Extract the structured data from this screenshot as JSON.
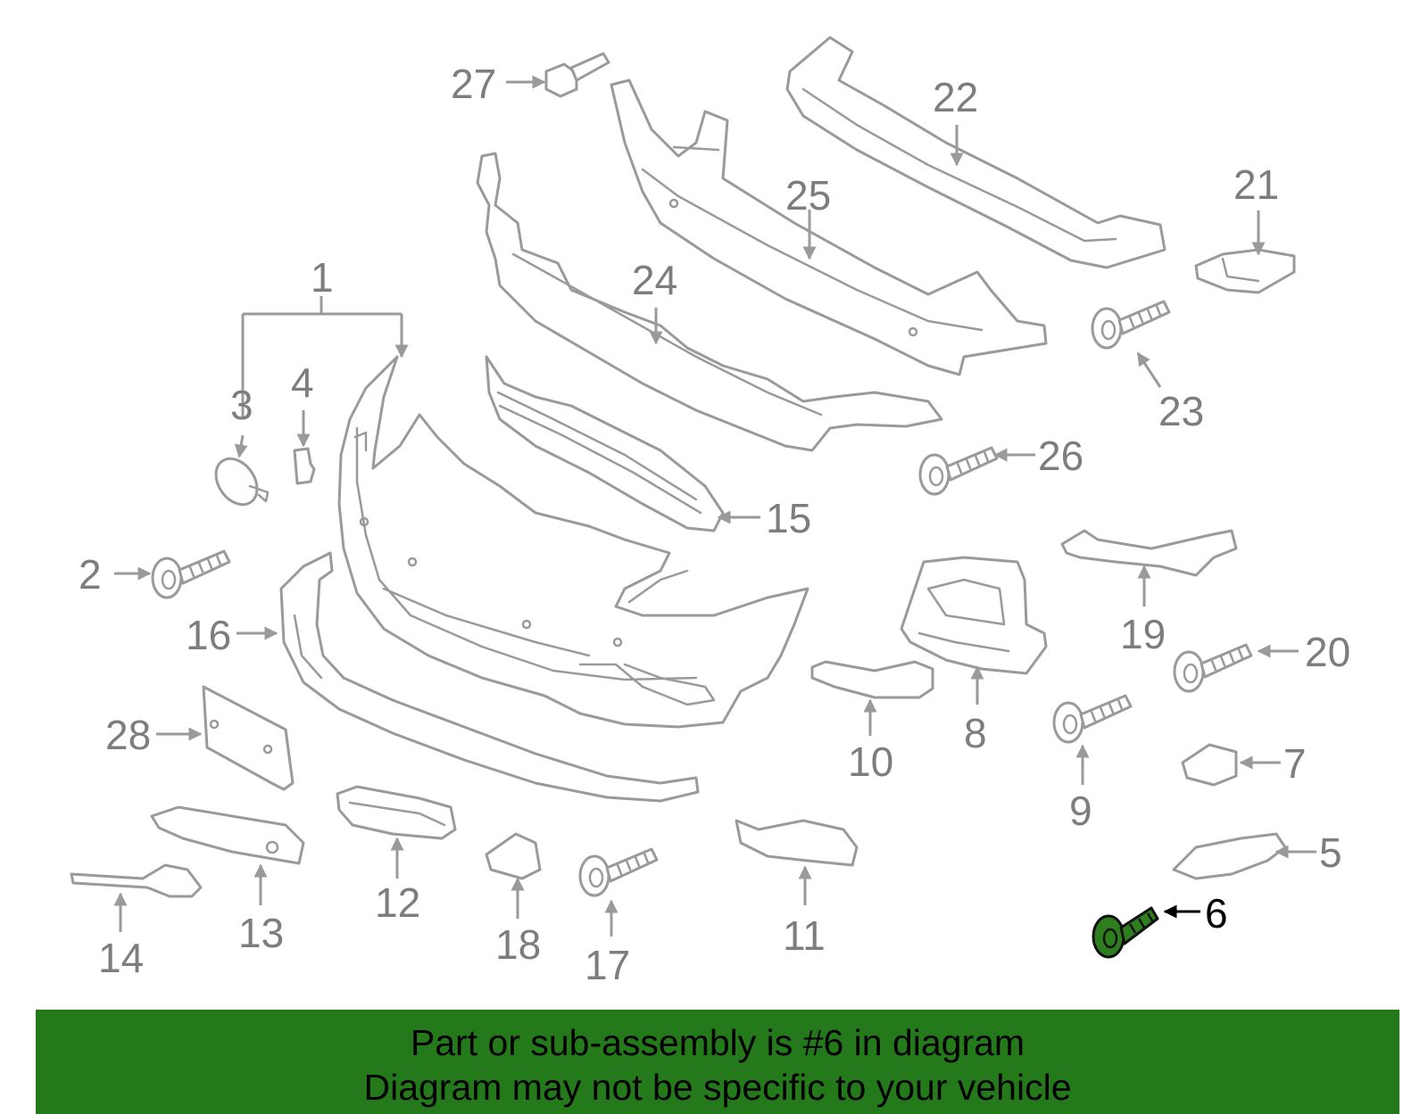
{
  "diagram": {
    "highlighted_part": "6",
    "labels": {
      "p1": "1",
      "p2": "2",
      "p3": "3",
      "p4": "4",
      "p5": "5",
      "p6": "6",
      "p7": "7",
      "p8": "8",
      "p9": "9",
      "p10": "10",
      "p11": "11",
      "p12": "12",
      "p13": "13",
      "p14": "14",
      "p15": "15",
      "p16": "16",
      "p17": "17",
      "p18": "18",
      "p19": "19",
      "p20": "20",
      "p21": "21",
      "p22": "22",
      "p23": "23",
      "p24": "24",
      "p25": "25",
      "p26": "26",
      "p27": "27",
      "p28": "28"
    }
  },
  "banner": {
    "line1": "Part or sub-assembly is #6 in diagram",
    "line2": "Diagram may not be specific to your vehicle"
  },
  "colors": {
    "banner_background": "#247a1b",
    "highlight_fill": "#2e7d1f",
    "part_stroke": "#9a9a9a",
    "label_gray": "#7d7d7d"
  }
}
